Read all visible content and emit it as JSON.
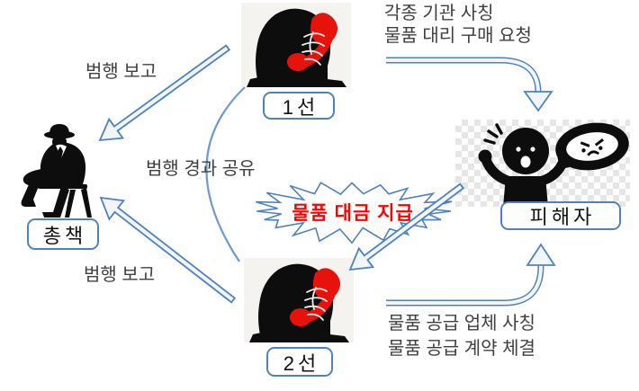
{
  "nodes": {
    "line1": {
      "label": "1선",
      "icon": "person-on-phone-icon"
    },
    "line2": {
      "label": "2선",
      "icon": "person-on-phone-icon"
    },
    "boss": {
      "label": "총책",
      "icon": "seated-boss-icon"
    },
    "victim": {
      "label": "피해자",
      "icon": "shocked-victim-icon"
    }
  },
  "labels": {
    "report_top": "범행 보고",
    "report_bottom": "범행 보고",
    "progress_share": "범행 경과 공유",
    "request_line1": "각종 기관 사칭",
    "request_line2": "물품 대리 구매 요청",
    "supply_line1": "물품 공급 업체 사칭",
    "supply_line2": "물품 공급 계약 체결",
    "payment": "물품 대금 지급"
  },
  "colors": {
    "arrow_stroke": "#4f81bd",
    "arrow_fill": "#f1f6fc",
    "box_border": "#4f81bd",
    "connector": "#6d9ad0",
    "payment_text": "#ff0000",
    "body_text": "#3f3f3f",
    "phone_red": "#e8120c",
    "silhouette": "#0d0d0d"
  }
}
